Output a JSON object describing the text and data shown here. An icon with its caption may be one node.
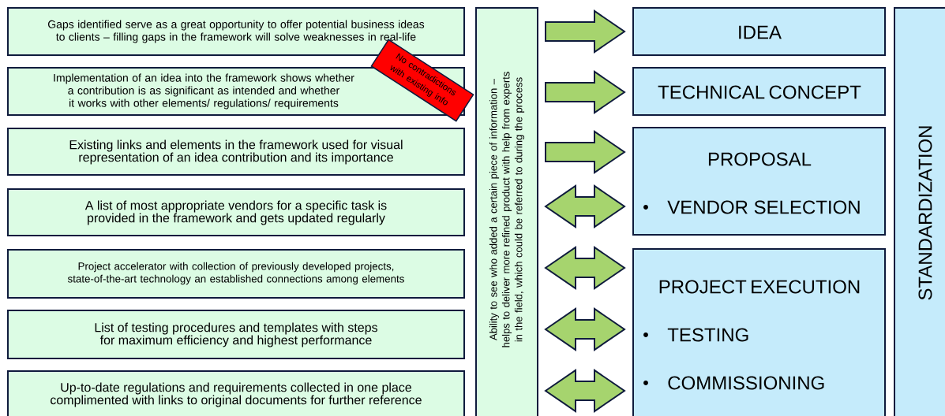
{
  "diagram": {
    "nodes": [
      {
        "text": [
          "Gaps identified serve as a great opportunity to offer potential business ideas to clients – filling gaps in the framework will solve weaknesses in real-life"
        ]
      },
      {
        "text": [
          "Implementation of an idea into the framework shows whether a contribution is as significant as intended and whether it works with other elements/ regulations/ requirements"
        ]
      },
      {
        "text": [
          "Existing links and elements in the framework used for visual representation of an idea contribution and its importance"
        ]
      },
      {
        "text": [
          "A list of most appropriate vendors for a specific task is provided in the framework and gets updated regularly"
        ]
      },
      {
        "text": [
          "Project accelerator with collection of previously developed projects, state-of-the-art technology an established connections among elements"
        ]
      },
      {
        "text": [
          "List of testing procedures and templates with steps for maximum efficiency and highest performance"
        ]
      },
      {
        "text": [
          "Up-to-date regulations and requirements collected in one place complimented with links to original documents for further reference"
        ]
      },
      {
        "text": [
          "No contradictions with existing info"
        ]
      },
      {
        "text": [
          "Ability to see who added a certain piece of information – helps to deliver more refined product with help from experts in the field, which could be referred to during the process"
        ]
      },
      {
        "text": [
          "IDEA"
        ]
      },
      {
        "text": [
          "TECHNICAL CONCEPT"
        ]
      },
      {
        "text": [
          "PROPOSAL",
          "VENDOR SELECTION"
        ]
      },
      {
        "text": [
          "PROJECT EXECUTION",
          "TESTING",
          "COMMISSIONING"
        ]
      },
      {
        "text": [
          "STANDARDIZATION"
        ]
      }
    ],
    "edges": [
      {
        "from": 8,
        "to": 9,
        "arrow": "to"
      },
      {
        "from": 8,
        "to": 10,
        "arrow": "to"
      },
      {
        "from": 8,
        "to": 11,
        "arrow": "to"
      },
      {
        "from": 8,
        "to": 11,
        "arrow": "both"
      },
      {
        "from": 8,
        "to": 12,
        "arrow": "both"
      },
      {
        "from": 8,
        "to": 12,
        "arrow": "both"
      },
      {
        "from": 8,
        "to": 12,
        "arrow": "both"
      }
    ]
  }
}
